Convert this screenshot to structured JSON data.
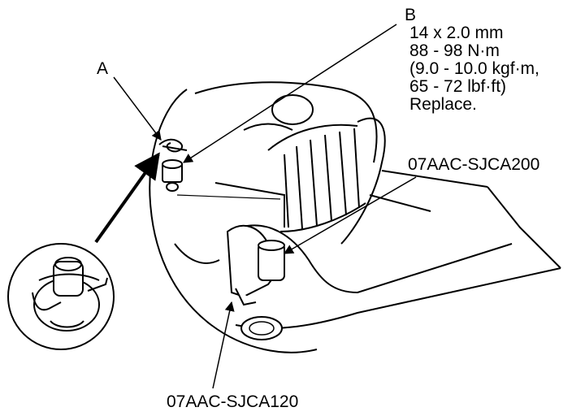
{
  "callouts": {
    "a": "A",
    "b": "B",
    "tool_upper": "07AAC-SJCA200",
    "tool_lower": "07AAC-SJCA120"
  },
  "spec_b": {
    "size": "14 x 2.0 mm",
    "torque_nm": "88 - 98 N·m",
    "torque_kgf": "(9.0 - 10.0 kgf·m,",
    "torque_lbf": "65 - 72 lbf·ft)",
    "note": "Replace."
  }
}
